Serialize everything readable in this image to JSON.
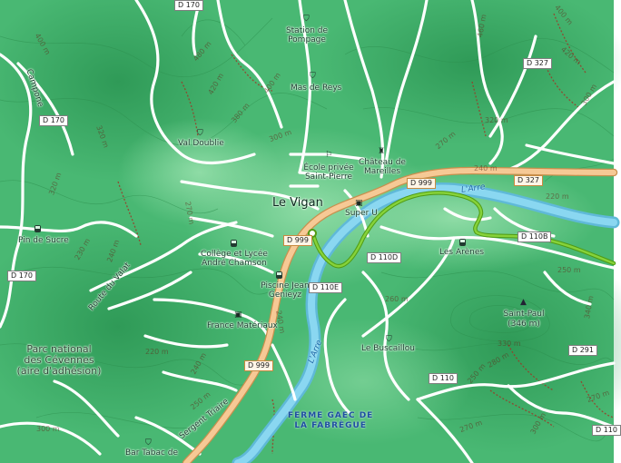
{
  "map": {
    "town_label": "Le Vigan",
    "park_label": "Parc national des Cévennes (aire d'adhésion)",
    "places": {
      "station_pompage": "Station de Pompage",
      "mas_de_reys": "Mas de Reys",
      "val_doublie": "Val Doublie",
      "ecole_saint_pierre": "École privée Saint-Pierre",
      "chateau_mareilles": "Château de Mareilles",
      "super_u": "Super U",
      "college_lycee": "Collège et Lycée André Chamson",
      "pin_de_sucre": "Pin de Sucre",
      "les_arenes": "Les Arènes",
      "piscine": "Piscine Jean Genieyz",
      "france_materiaux": "France Matériaux",
      "le_buscaillou": "Le Buscaillou",
      "bar_tabac": "Bar Tabac de",
      "saint_paul": "Saint-Paul",
      "saint_paul_elev": "(346 m)",
      "sergent_triaire": "Sergent Triaire",
      "route_valat": "Route du Valat",
      "campone": "Campone"
    },
    "farm_label_line1": "FERME GAEC DE",
    "farm_label_line2": "LA FABRÈGUE",
    "rivers": {
      "arre_east": "L'Arre",
      "arre_south": "L'Arre"
    },
    "roads": {
      "d170_top": "D 170",
      "d170_left": "D 170",
      "d170_bottom_left": "D 170",
      "d327_top": "D 327",
      "d327_right": "D 327",
      "d999_east": "D 999",
      "d999_center": "D 999",
      "d999_south": "D 999",
      "d110d": "D 110D",
      "d110e": "D 110E",
      "d110b": "D 110B",
      "d291": "D 291",
      "d110_south": "D 110",
      "d110_right": "D 110"
    },
    "contours": {
      "c1": "400 m",
      "c2": "480 m",
      "c3": "420 m",
      "c4": "460 m",
      "c5": "380 m",
      "c6": "320 m",
      "c7": "270 m",
      "c8": "300 m",
      "c9": "320 m",
      "c10": "240 m",
      "c11": "220 m",
      "c12": "250 m",
      "c13": "260 m",
      "c14": "270 m",
      "c15": "240 m",
      "c16": "230 m",
      "c17": "220 m",
      "c18": "240 m",
      "c19": "250 m",
      "c20": "270 m",
      "c21": "300 m",
      "c22": "340 m",
      "c23": "330 m",
      "c24": "280 m",
      "c25": "250 m",
      "c26": "270 m",
      "c27": "300 m",
      "c28": "420 m",
      "c29": "400 m",
      "c30": "400 m",
      "c31": "300 m",
      "c32": "320 m",
      "c33": "240 m"
    },
    "colors": {
      "terrain": "#3fae6b",
      "terrain_light": "#7fd39a",
      "road_major": "#f4c591",
      "road_minor": "#ffffff",
      "river": "#73c8e6",
      "route_track": "#68b81a"
    },
    "icons": {
      "water_tower": "pumping-station-icon",
      "castle": "castle-icon",
      "school": "school-icon",
      "bus": "bus-stop-icon",
      "shop": "shop-icon",
      "peak": "peak-icon"
    }
  }
}
